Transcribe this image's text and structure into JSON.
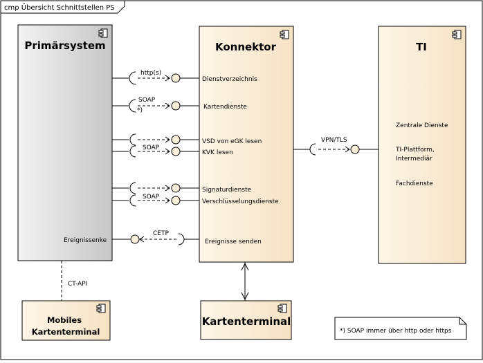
{
  "frame": {
    "title": "cmp Übersicht Schnittstellen PS"
  },
  "components": {
    "primaersystem": {
      "name": "Primärsystem",
      "port_label": "Ereignissenke"
    },
    "konnektor": {
      "name": "Konnektor",
      "services": [
        "Dienstverzeichnis",
        "Kartendienste",
        "VSD von eGK lesen",
        "KVK lesen",
        "Signaturdienste",
        "Verschlüsselungsdienste",
        "Ereignisse senden"
      ]
    },
    "ti": {
      "name": "TI",
      "items": [
        "Zentrale Dienste",
        "TI-Plattform,",
        "Intermediär",
        "Fachdienste"
      ]
    },
    "mobiles_kartenterminal": {
      "name_line1": "Mobiles",
      "name_line2": "Kartenterminal"
    },
    "kartenterminal": {
      "name": "Kartenterminal"
    }
  },
  "connectors": {
    "http": "http(s)",
    "soap_1": "SOAP",
    "soap_note_ref": "*)",
    "soap_2": "SOAP",
    "soap_3": "SOAP",
    "cetp": "CETP",
    "vpn": "VPN/TLS",
    "ct_api": "CT-API"
  },
  "note": {
    "text": "*) SOAP immer über http oder https"
  },
  "colors": {
    "primaer_top": "#f2f2f2",
    "primaer_bottom": "#c8c8c8",
    "component_fill": "#fdf3e3",
    "component_fill_2": "#f7e7cd",
    "border": "#000000",
    "interface_fill": "#fdf1dc"
  }
}
